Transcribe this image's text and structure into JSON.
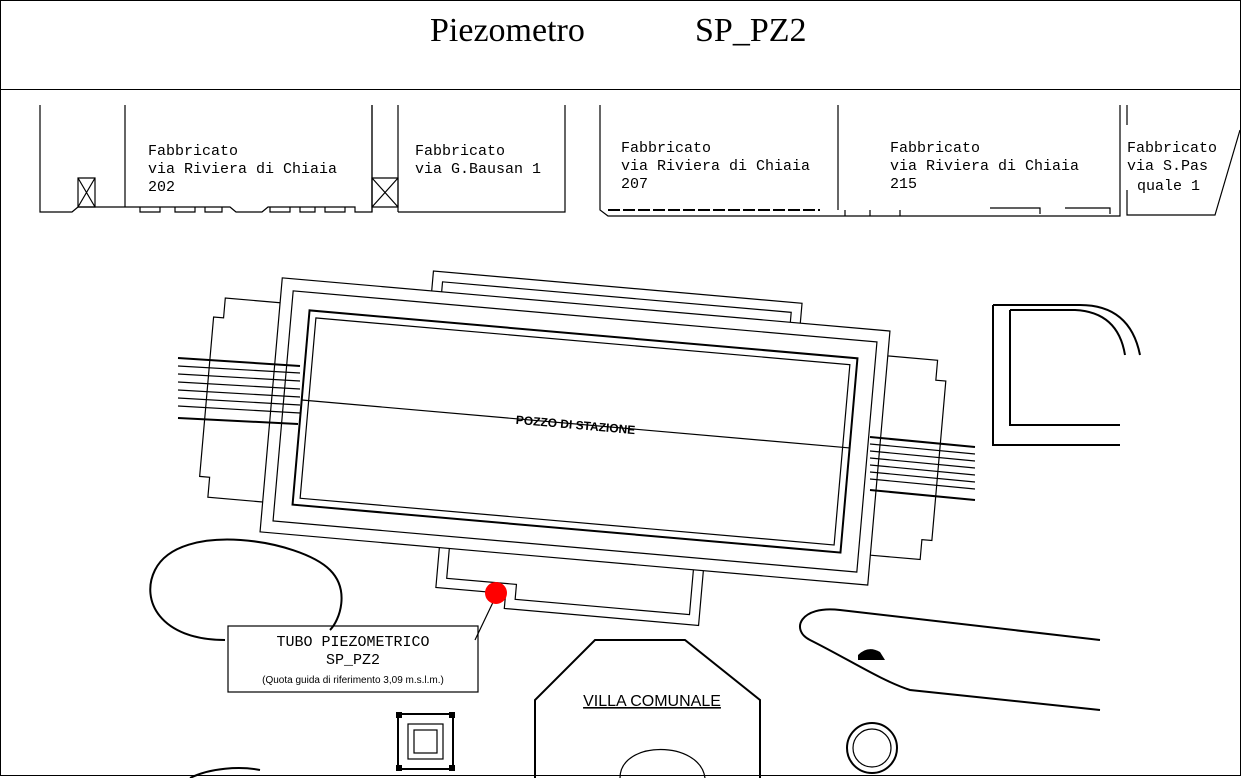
{
  "header": {
    "left_title": "Piezometro",
    "right_title": "SP_PZ2"
  },
  "buildings": [
    {
      "name": "Fabbricato",
      "street": "via Riviera di Chiaia",
      "number": "202"
    },
    {
      "name": "Fabbricato",
      "street": "via G.Bausan 1",
      "number": ""
    },
    {
      "name": "Fabbricato",
      "street": "via Riviera di Chiaia",
      "number": "207"
    },
    {
      "name": "Fabbricato",
      "street": "via Riviera di Chiaia",
      "number": "215"
    },
    {
      "name": "Fabbricato",
      "street": "via S.Pas",
      "number": "quale 1"
    }
  ],
  "station": {
    "label": "POZZO DI STAZIONE"
  },
  "piezometer": {
    "line1": "TUBO PIEZOMETRICO",
    "line2": "SP_PZ2",
    "line3": "(Quota guida di riferimento 3,09 m.s.l.m.)",
    "marker_color": "#ff0000"
  },
  "park": {
    "label": "VILLA COMUNALE"
  }
}
